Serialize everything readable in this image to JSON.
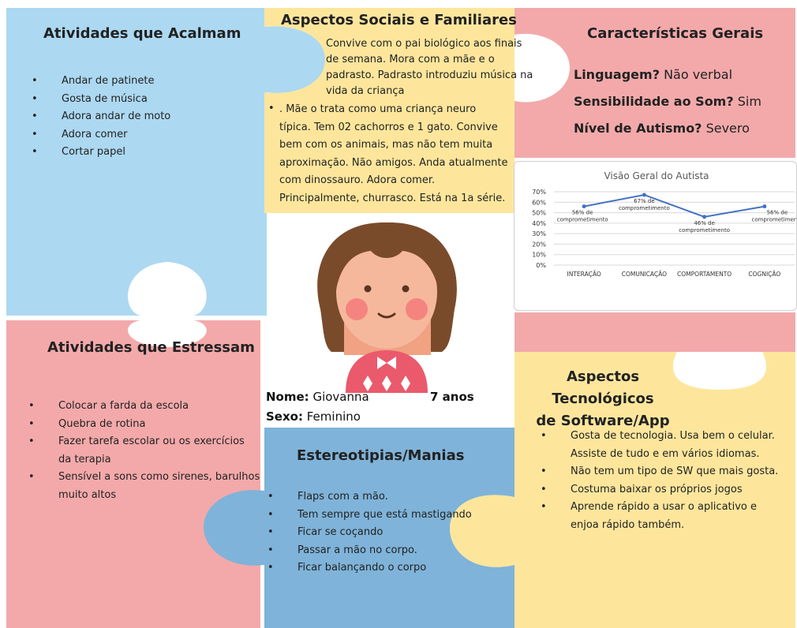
{
  "calm": {
    "title": "Atividades que Acalmam",
    "items": [
      "Andar de patinete",
      "Gosta de música",
      "Adora andar de moto",
      "Adora comer",
      "Cortar papel"
    ]
  },
  "social": {
    "title": "Aspectos Sociais e Familiares",
    "intro": "Convive com o pai biológico aos finais de semana. Mora com a mãe e o padrasto. Padrasto introduziu música na vida da criança",
    "bullet": ". Mãe o trata como uma criança neuro típica. Tem 02 cachorros e 1 gato. Convive bem com os animais, mas não tem muita aproximação. Não amigos. Anda atualmente com dinossauro. Adora comer. Principalmente, churrasco. Está na 1a série."
  },
  "general": {
    "title": "Características Gerais",
    "rows": [
      {
        "label": "Linguagem?",
        "value": "Não verbal"
      },
      {
        "label": "Sensibilidade ao Som?",
        "value": "Sim"
      },
      {
        "label": "Nível de Autismo?",
        "value": "Severo"
      }
    ]
  },
  "stress": {
    "title": "Atividades que Estressam",
    "items": [
      "Colocar a farda da escola",
      "Quebra de rotina",
      "Fazer tarefa escolar ou os exercícios da terapia",
      "Sensível a sons como sirenes, barulhos muito altos"
    ]
  },
  "profile": {
    "name_label": "Nome:",
    "name": "Giovanna",
    "age": "7 anos",
    "sex_label": "Sexo:",
    "sex": "Feminino"
  },
  "manias": {
    "title": "Estereotipias/Manias",
    "items": [
      "Flaps com a mão.",
      "Tem sempre que está mastigando",
      "Ficar se coçando",
      "Passar a mão no corpo.",
      "Ficar balançando o corpo"
    ]
  },
  "tech": {
    "title_line1": "Aspectos Tecnológicos",
    "title_line2": "de Software/App",
    "items": [
      "Gosta de tecnologia. Usa bem o celular. Assiste de tudo e em vários idiomas.",
      "Não tem um tipo de SW que mais gosta.",
      "Costuma baixar os próprios jogos",
      "Aprende rápido a usar o aplicativo e enjoa rápido também."
    ]
  },
  "chart_data": {
    "type": "line",
    "title": "Visão Geral do Autista",
    "categories": [
      "INTERAÇÃO",
      "COMUNICAÇÃO",
      "COMPORTAMENTO",
      "COGNIÇÃO"
    ],
    "values": [
      56,
      67,
      46,
      56
    ],
    "data_labels": [
      [
        "56% de",
        "comprometimento"
      ],
      [
        "67% de",
        "comprometimento"
      ],
      [
        "46% de",
        "comprometimento"
      ],
      [
        "56% de",
        "comprometimento"
      ]
    ],
    "y_ticks": [
      "0%",
      "10%",
      "20%",
      "30%",
      "40%",
      "50%",
      "60%",
      "70%"
    ],
    "ylim": [
      0,
      70
    ],
    "grid": true,
    "line_color": "#4472C4"
  },
  "colors": {
    "blue": "#acd8f1",
    "yellow": "#fde69c",
    "pink": "#f3a9aa",
    "navy": "#7fb3d9"
  }
}
